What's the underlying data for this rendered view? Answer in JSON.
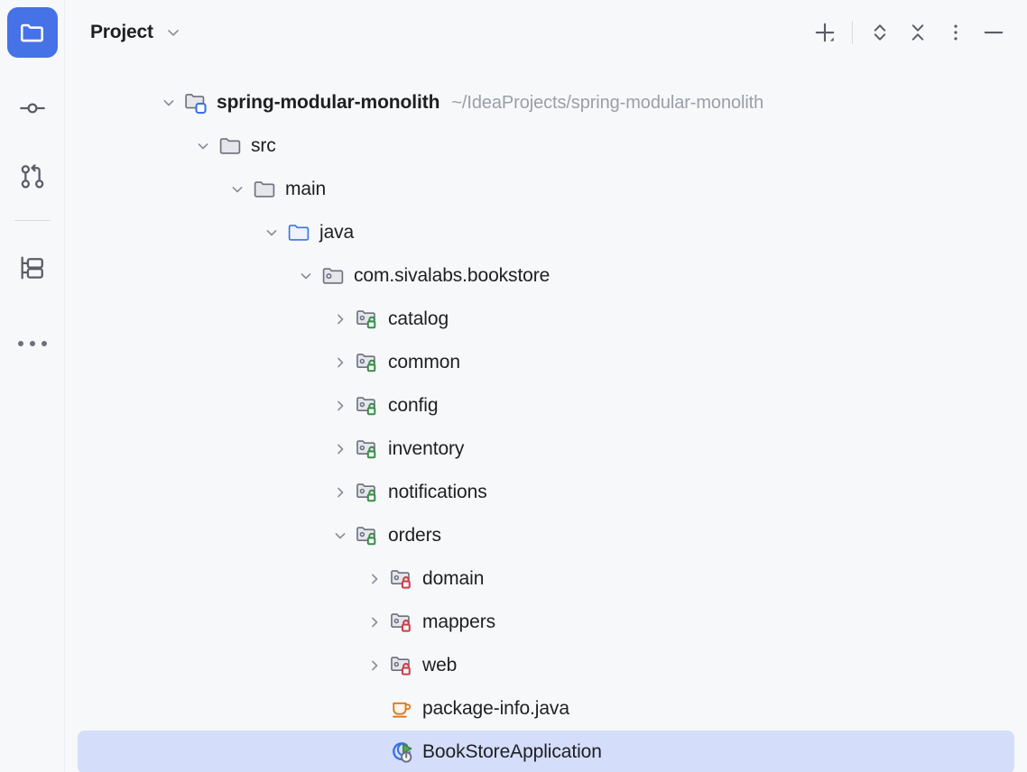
{
  "window": {
    "background_color": "#F7F8FA",
    "selection_color": "#D4DDFA",
    "accent_color": "#4672E8"
  },
  "activity_bar": {
    "items": [
      {
        "name": "project",
        "icon": "folder-icon",
        "active": true,
        "tooltip": "Project"
      },
      {
        "name": "commit",
        "icon": "commit-icon",
        "active": false,
        "tooltip": "Commit"
      },
      {
        "name": "pull-requests",
        "icon": "pull-request-icon",
        "active": false,
        "tooltip": "Pull Requests"
      },
      {
        "name": "services",
        "icon": "services-icon",
        "active": false,
        "tooltip": "Services"
      },
      {
        "name": "more",
        "icon": "more-horizontal-icon",
        "active": false,
        "tooltip": "More tool windows"
      }
    ]
  },
  "header": {
    "title": "Project",
    "dropdown_icon": "chevron-down-icon",
    "toolbar": [
      {
        "name": "new",
        "icon": "plus-dropdown-icon",
        "tooltip": "New"
      },
      {
        "name": "expand-collapse",
        "icon": "expand-collapse-icon",
        "tooltip": "Expand/Collapse"
      },
      {
        "name": "collapse-all",
        "icon": "collapse-all-icon",
        "tooltip": "Collapse All"
      },
      {
        "name": "options",
        "icon": "more-vertical-icon",
        "tooltip": "Options"
      },
      {
        "name": "hide",
        "icon": "minimize-icon",
        "tooltip": "Hide"
      }
    ]
  },
  "tree": {
    "rows": [
      {
        "label": "spring-modular-monolith",
        "secondary": "~/IdeaProjects/spring-modular-monolith",
        "depth": 0,
        "arrow": "expanded",
        "icon": "module-folder-icon",
        "bold": true,
        "selected": false
      },
      {
        "label": "src",
        "secondary": "",
        "depth": 1,
        "arrow": "expanded",
        "icon": "folder-icon",
        "bold": false,
        "selected": false
      },
      {
        "label": "main",
        "secondary": "",
        "depth": 2,
        "arrow": "expanded",
        "icon": "folder-icon",
        "bold": false,
        "selected": false
      },
      {
        "label": "java",
        "secondary": "",
        "depth": 3,
        "arrow": "expanded",
        "icon": "source-folder-icon",
        "bold": false,
        "selected": false
      },
      {
        "label": "com.sivalabs.bookstore",
        "secondary": "",
        "depth": 4,
        "arrow": "expanded",
        "icon": "package-icon",
        "bold": false,
        "selected": false
      },
      {
        "label": "catalog",
        "secondary": "",
        "depth": 5,
        "arrow": "collapsed",
        "icon": "module-package-open-icon",
        "bold": false,
        "selected": false
      },
      {
        "label": "common",
        "secondary": "",
        "depth": 5,
        "arrow": "collapsed",
        "icon": "module-package-open-icon",
        "bold": false,
        "selected": false
      },
      {
        "label": "config",
        "secondary": "",
        "depth": 5,
        "arrow": "collapsed",
        "icon": "module-package-open-icon",
        "bold": false,
        "selected": false
      },
      {
        "label": "inventory",
        "secondary": "",
        "depth": 5,
        "arrow": "collapsed",
        "icon": "module-package-open-icon",
        "bold": false,
        "selected": false
      },
      {
        "label": "notifications",
        "secondary": "",
        "depth": 5,
        "arrow": "collapsed",
        "icon": "module-package-open-icon",
        "bold": false,
        "selected": false
      },
      {
        "label": "orders",
        "secondary": "",
        "depth": 5,
        "arrow": "expanded",
        "icon": "module-package-open-icon",
        "bold": false,
        "selected": false
      },
      {
        "label": "domain",
        "secondary": "",
        "depth": 6,
        "arrow": "collapsed",
        "icon": "module-package-locked-icon",
        "bold": false,
        "selected": false
      },
      {
        "label": "mappers",
        "secondary": "",
        "depth": 6,
        "arrow": "collapsed",
        "icon": "module-package-locked-icon",
        "bold": false,
        "selected": false
      },
      {
        "label": "web",
        "secondary": "",
        "depth": 6,
        "arrow": "collapsed",
        "icon": "module-package-locked-icon",
        "bold": false,
        "selected": false
      },
      {
        "label": "package-info.java",
        "secondary": "",
        "depth": 6,
        "arrow": "none",
        "icon": "java-file-icon",
        "bold": false,
        "selected": false
      },
      {
        "label": "BookStoreApplication",
        "secondary": "",
        "depth": 6,
        "arrow": "none",
        "icon": "spring-boot-class-icon",
        "bold": false,
        "selected": true
      }
    ]
  }
}
